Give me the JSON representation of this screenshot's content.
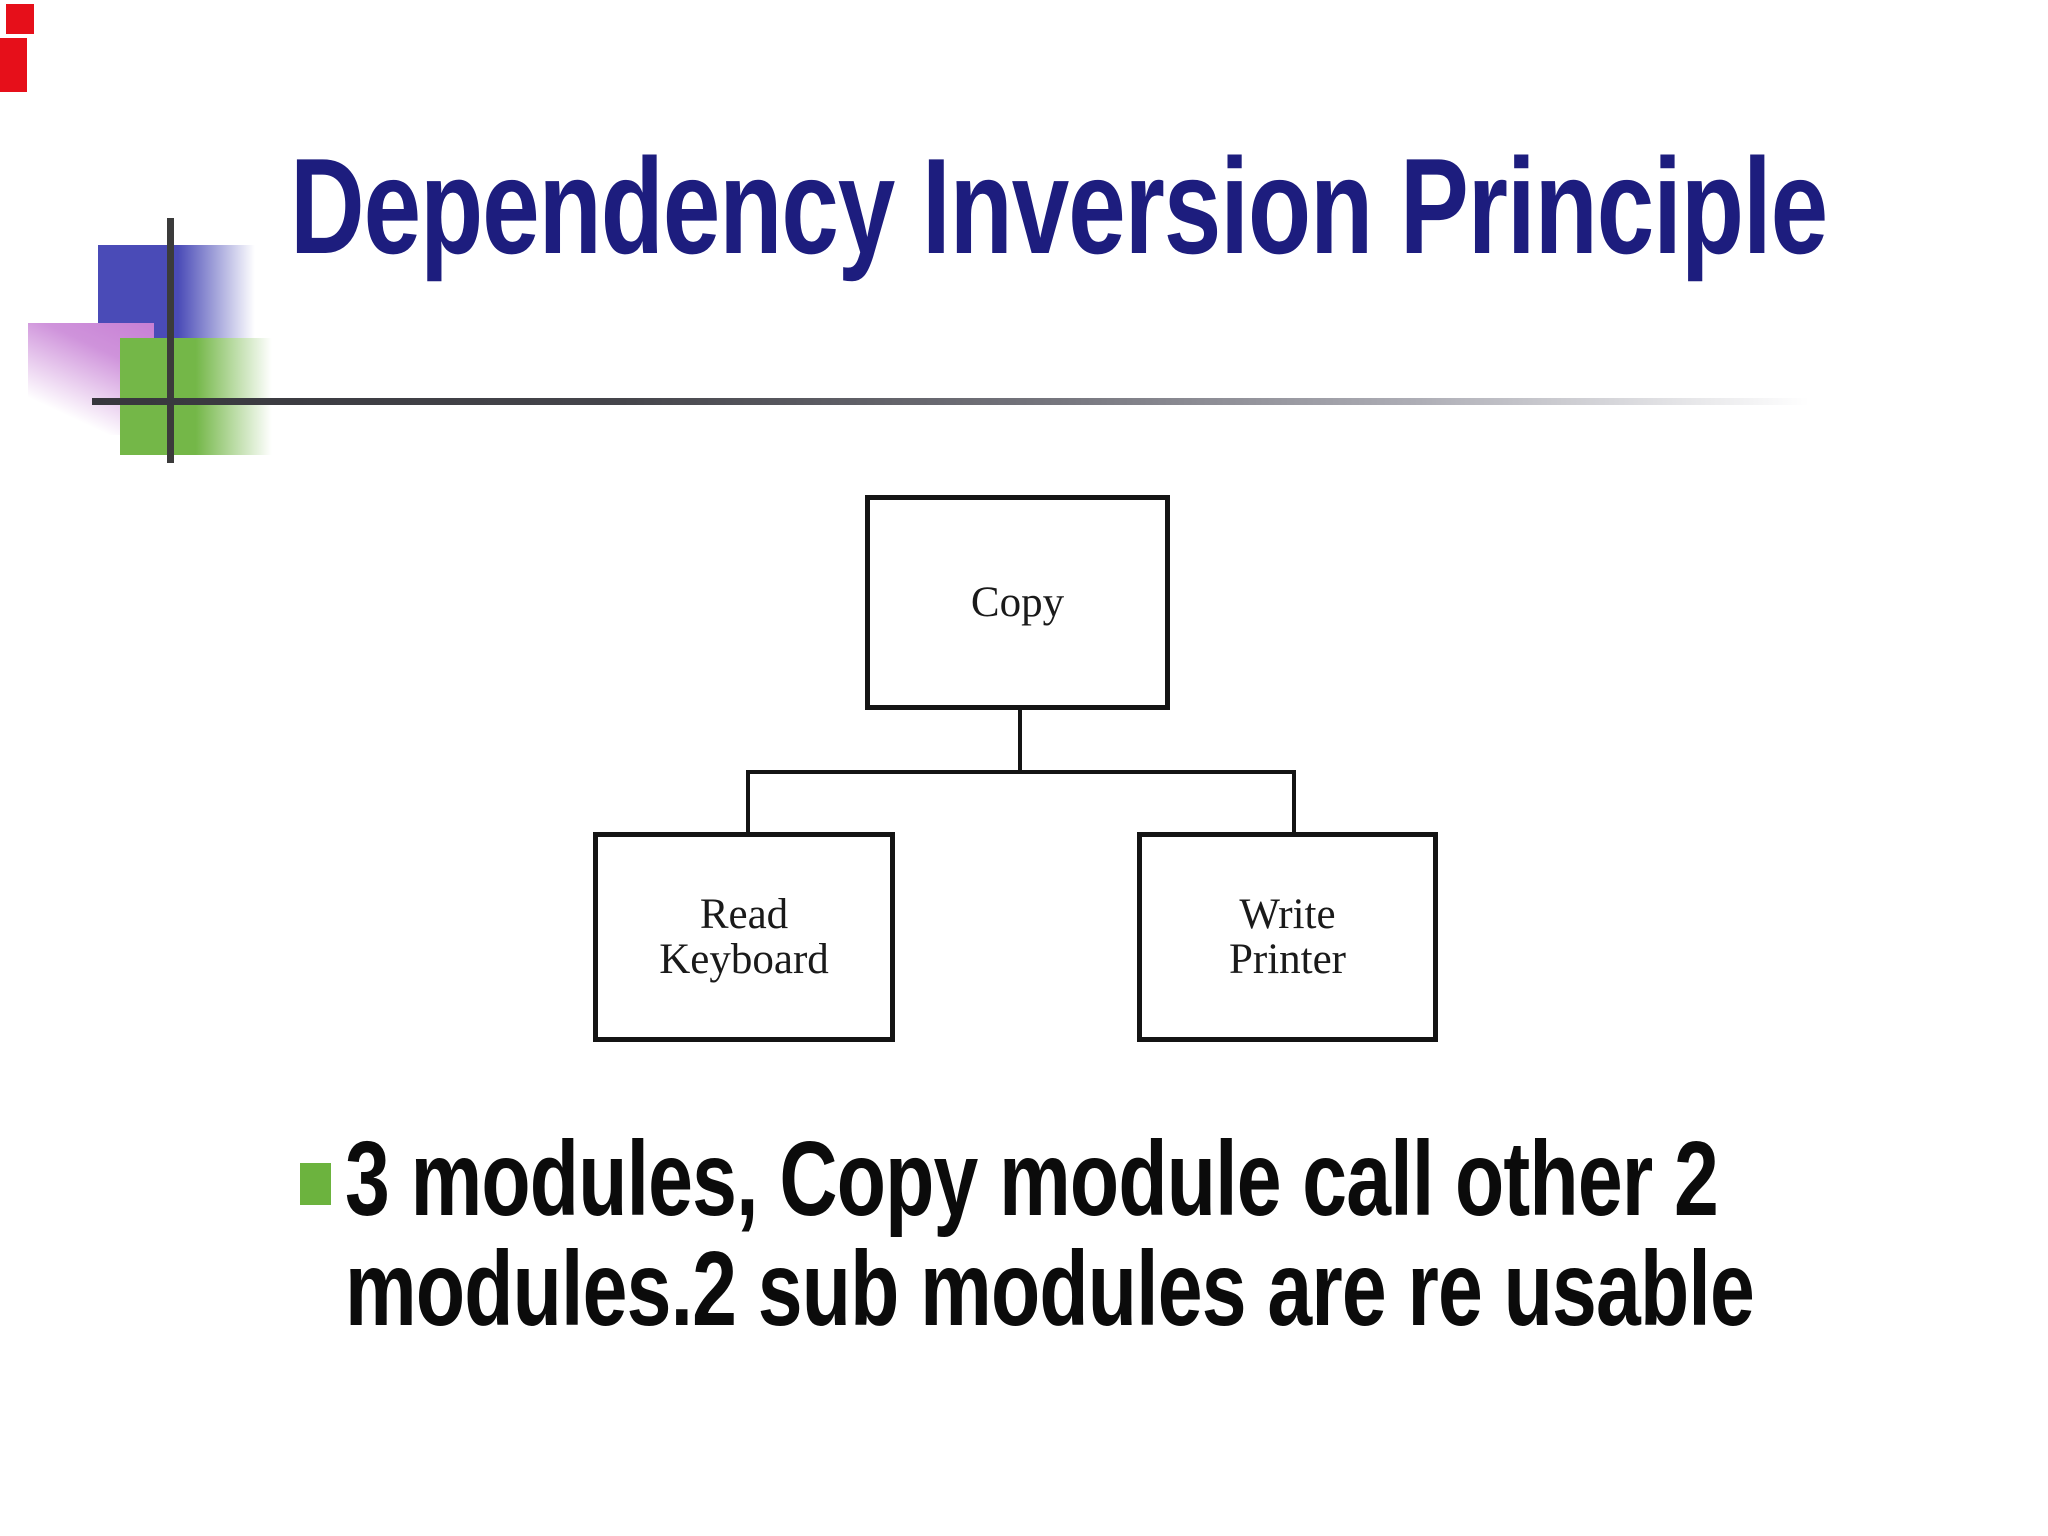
{
  "slide": {
    "title": "Dependency Inversion Principle",
    "bullets": [
      {
        "marker": "green-square",
        "text": "3 modules, Copy module call other 2\nmodules.2 sub modules are re usable"
      }
    ]
  },
  "diagram": {
    "type": "tree",
    "nodes": [
      {
        "id": "copy",
        "label": "Copy"
      },
      {
        "id": "read-keyboard",
        "label": "Read\nKeyboard"
      },
      {
        "id": "write-printer",
        "label": "Write\nPrinter"
      }
    ],
    "edges": [
      {
        "from": "copy",
        "to": "read-keyboard"
      },
      {
        "from": "copy",
        "to": "write-printer"
      }
    ]
  },
  "colors": {
    "title-navy": "#1D1D7E",
    "bullet-marker-green": "#6CB33E",
    "decor-blue": "#4A4BB7",
    "decor-purple": "#C77FD4",
    "decor-green": "#74B748",
    "line-dark": "#3B3B3B",
    "box-border": "#141414",
    "label-ink": "#1A1A1A",
    "text-black": "#0B0B0B",
    "artifact-red": "#E60F1A"
  }
}
